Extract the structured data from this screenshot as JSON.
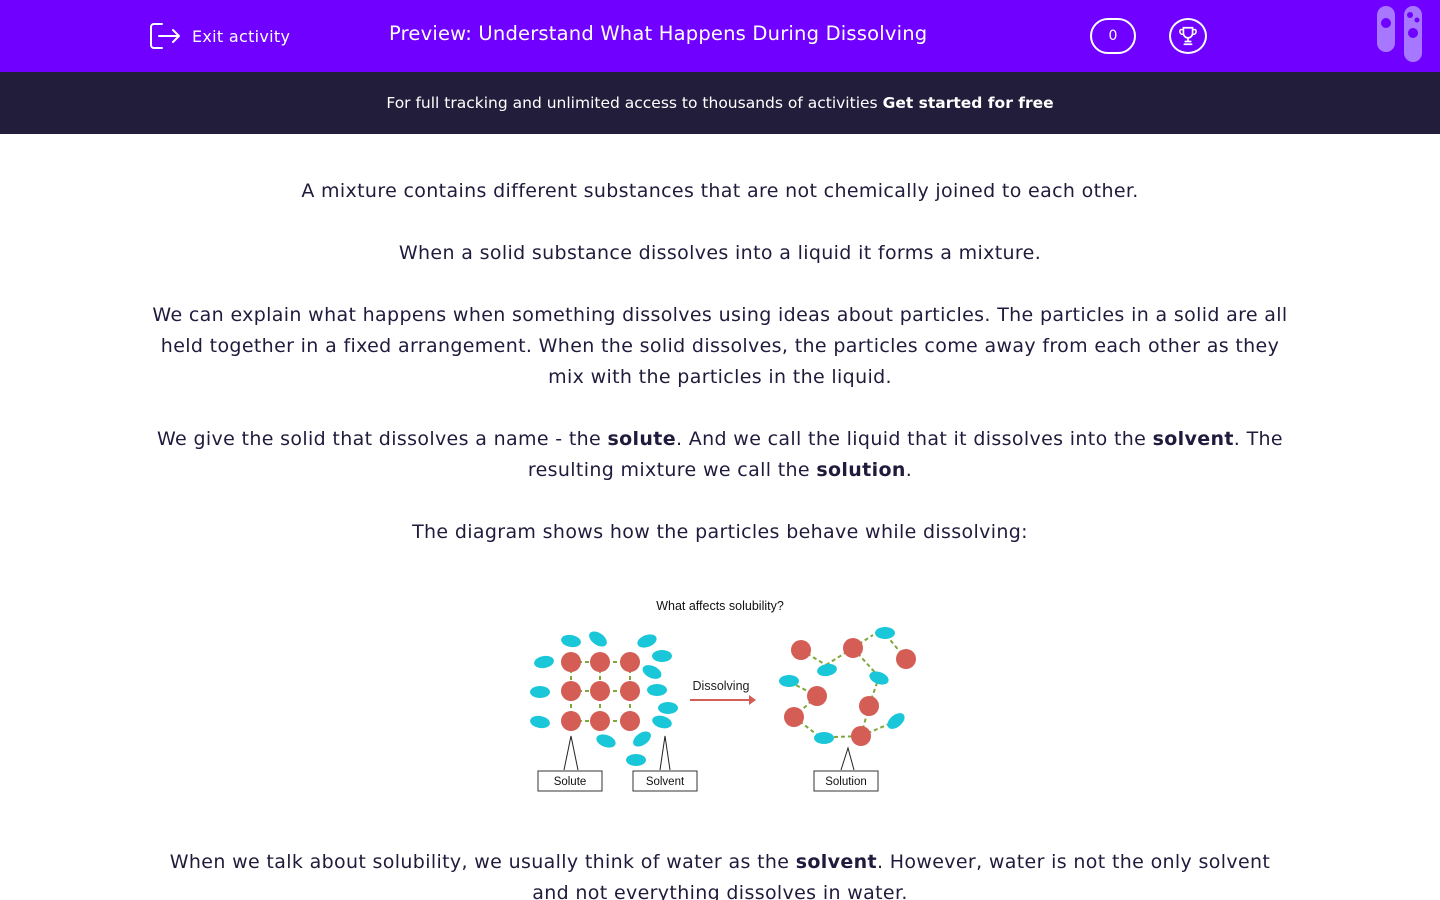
{
  "header": {
    "exit_label": "Exit activity",
    "title": "Preview: Understand What Happens During Dissolving",
    "counter": "0",
    "brand_color": "#7000ff"
  },
  "banner": {
    "text": "For full tracking and unlimited access to thousands of activities",
    "cta": "Get started for free"
  },
  "content": {
    "p1": "A mixture contains different substances that are not chemically joined to each other.",
    "p2": "When a solid substance dissolves into a liquid it forms a mixture.",
    "p3": "We can explain what happens when something dissolves using ideas about particles. The particles in a solid are all held together in a fixed arrangement. When the solid dissolves, the particles come away from each other as they mix with the particles in the liquid.",
    "p4": {
      "a": "We give the solid that dissolves a name - the ",
      "b": "solute",
      "c": ". And we call the liquid that it dissolves into the ",
      "d": "solvent",
      "e": ". The resulting mixture we call the ",
      "f": "solution",
      "g": "."
    },
    "p5": "The diagram shows how the particles behave while dissolving:",
    "p6": {
      "a": "When we talk about solubility, we usually think of water as the ",
      "b": "solvent",
      "c": ". However, water is not the only solvent and not everything dissolves in water."
    }
  },
  "diagram": {
    "title": "What affects solubility?",
    "arrow_label": "Dissolving",
    "label_solute": "Solute",
    "label_solvent": "Solvent",
    "label_solution": "Solution",
    "solute_color": "#d45d55",
    "solvent_color": "#19c7d9",
    "bond_color": "#7fa83c"
  }
}
